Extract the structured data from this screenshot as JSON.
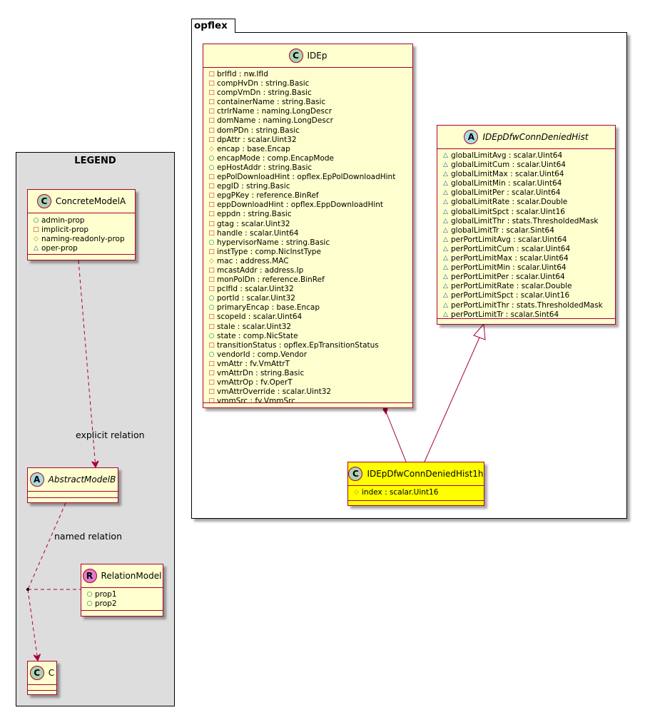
{
  "package": {
    "name": "opflex"
  },
  "legend": {
    "title": "LEGEND",
    "concrete_model": {
      "name": "ConcreteModelA",
      "stereotype": "C",
      "attributes": [
        {
          "vis": "public",
          "text": "admin-prop"
        },
        {
          "vis": "private",
          "text": "implicit-prop"
        },
        {
          "vis": "protected",
          "text": "naming-readonly-prop"
        },
        {
          "vis": "package",
          "text": "oper-prop"
        }
      ]
    },
    "abstract_model": {
      "name": "AbstractModelB",
      "stereotype": "A"
    },
    "relation_model": {
      "name": "RelationModel",
      "stereotype": "R",
      "attributes": [
        {
          "vis": "public",
          "text": "prop1"
        },
        {
          "vis": "public",
          "text": "prop2"
        }
      ]
    },
    "c_model": {
      "name": "C",
      "stereotype": "C"
    },
    "explicit_relation_label": "explicit relation",
    "named_relation_label": "named relation"
  },
  "idep": {
    "name": "IDEp",
    "stereotype": "C",
    "attributes": [
      {
        "vis": "private",
        "text": "brIfId : nw.IfId"
      },
      {
        "vis": "private",
        "text": "compHvDn : string.Basic"
      },
      {
        "vis": "private",
        "text": "compVmDn : string.Basic"
      },
      {
        "vis": "private",
        "text": "containerName : string.Basic"
      },
      {
        "vis": "private",
        "text": "ctrlrName : naming.LongDescr"
      },
      {
        "vis": "private",
        "text": "domName : naming.LongDescr"
      },
      {
        "vis": "private",
        "text": "domPDn : string.Basic"
      },
      {
        "vis": "private",
        "text": "dpAttr : scalar.Uint32"
      },
      {
        "vis": "protected",
        "text": "encap : base.Encap"
      },
      {
        "vis": "public",
        "text": "encapMode : comp.EncapMode"
      },
      {
        "vis": "public",
        "text": "epHostAddr : string.Basic"
      },
      {
        "vis": "private",
        "text": "epPolDownloadHint : opflex.EpPolDownloadHint"
      },
      {
        "vis": "private",
        "text": "epgID : string.Basic"
      },
      {
        "vis": "private",
        "text": "epgPKey : reference.BinRef"
      },
      {
        "vis": "private",
        "text": "eppDownloadHint : opflex.EppDownloadHint"
      },
      {
        "vis": "private",
        "text": "eppdn : string.Basic"
      },
      {
        "vis": "private",
        "text": "gtag : scalar.Uint32"
      },
      {
        "vis": "private",
        "text": "handle : scalar.Uint64"
      },
      {
        "vis": "public",
        "text": "hypervisorName : string.Basic"
      },
      {
        "vis": "private",
        "text": "instType : comp.NicInstType"
      },
      {
        "vis": "protected",
        "text": "mac : address.MAC"
      },
      {
        "vis": "private",
        "text": "mcastAddr : address.Ip"
      },
      {
        "vis": "private",
        "text": "monPolDn : reference.BinRef"
      },
      {
        "vis": "private",
        "text": "pcIfId : scalar.Uint32"
      },
      {
        "vis": "public",
        "text": "portId : scalar.Uint32"
      },
      {
        "vis": "public",
        "text": "primaryEncap : base.Encap"
      },
      {
        "vis": "private",
        "text": "scopeId : scalar.Uint64"
      },
      {
        "vis": "private",
        "text": "stale : scalar.Uint32"
      },
      {
        "vis": "public",
        "text": "state : comp.NicState"
      },
      {
        "vis": "private",
        "text": "transitionStatus : opflex.EpTransitionStatus"
      },
      {
        "vis": "public",
        "text": "vendorId : comp.Vendor"
      },
      {
        "vis": "private",
        "text": "vmAttr : fv.VmAttrT"
      },
      {
        "vis": "private",
        "text": "vmAttrDn : string.Basic"
      },
      {
        "vis": "private",
        "text": "vmAttrOp : fv.OperT"
      },
      {
        "vis": "private",
        "text": "vmAttrOverride : scalar.Uint32"
      },
      {
        "vis": "private",
        "text": "vmmSrc : fv.VmmSrc"
      }
    ]
  },
  "hist": {
    "name": "IDEpDfwConnDeniedHist",
    "stereotype": "A",
    "attributes": [
      {
        "vis": "package",
        "text": "globalLimitAvg : scalar.Uint64"
      },
      {
        "vis": "package",
        "text": "globalLimitCum : scalar.Uint64"
      },
      {
        "vis": "package",
        "text": "globalLimitMax : scalar.Uint64"
      },
      {
        "vis": "package",
        "text": "globalLimitMin : scalar.Uint64"
      },
      {
        "vis": "package",
        "text": "globalLimitPer : scalar.Uint64"
      },
      {
        "vis": "package",
        "text": "globalLimitRate : scalar.Double"
      },
      {
        "vis": "package",
        "text": "globalLimitSpct : scalar.Uint16"
      },
      {
        "vis": "package",
        "text": "globalLimitThr : stats.ThresholdedMask"
      },
      {
        "vis": "package",
        "text": "globalLimitTr : scalar.Sint64"
      },
      {
        "vis": "package",
        "text": "perPortLimitAvg : scalar.Uint64"
      },
      {
        "vis": "package",
        "text": "perPortLimitCum : scalar.Uint64"
      },
      {
        "vis": "package",
        "text": "perPortLimitMax : scalar.Uint64"
      },
      {
        "vis": "package",
        "text": "perPortLimitMin : scalar.Uint64"
      },
      {
        "vis": "package",
        "text": "perPortLimitPer : scalar.Uint64"
      },
      {
        "vis": "package",
        "text": "perPortLimitRate : scalar.Double"
      },
      {
        "vis": "package",
        "text": "perPortLimitSpct : scalar.Uint16"
      },
      {
        "vis": "package",
        "text": "perPortLimitThr : stats.ThresholdedMask"
      },
      {
        "vis": "package",
        "text": "perPortLimitTr : scalar.Sint64"
      }
    ]
  },
  "hist1h": {
    "name": "IDEpDfwConnDeniedHist1h",
    "stereotype": "C",
    "attributes": [
      {
        "vis": "protected",
        "text": "index : scalar.Uint16"
      }
    ]
  },
  "colors": {
    "class_fill": "#fefece",
    "class_border": "#a80036",
    "highlight_fill": "#ffff00",
    "legend_fill": "#dddddd"
  }
}
